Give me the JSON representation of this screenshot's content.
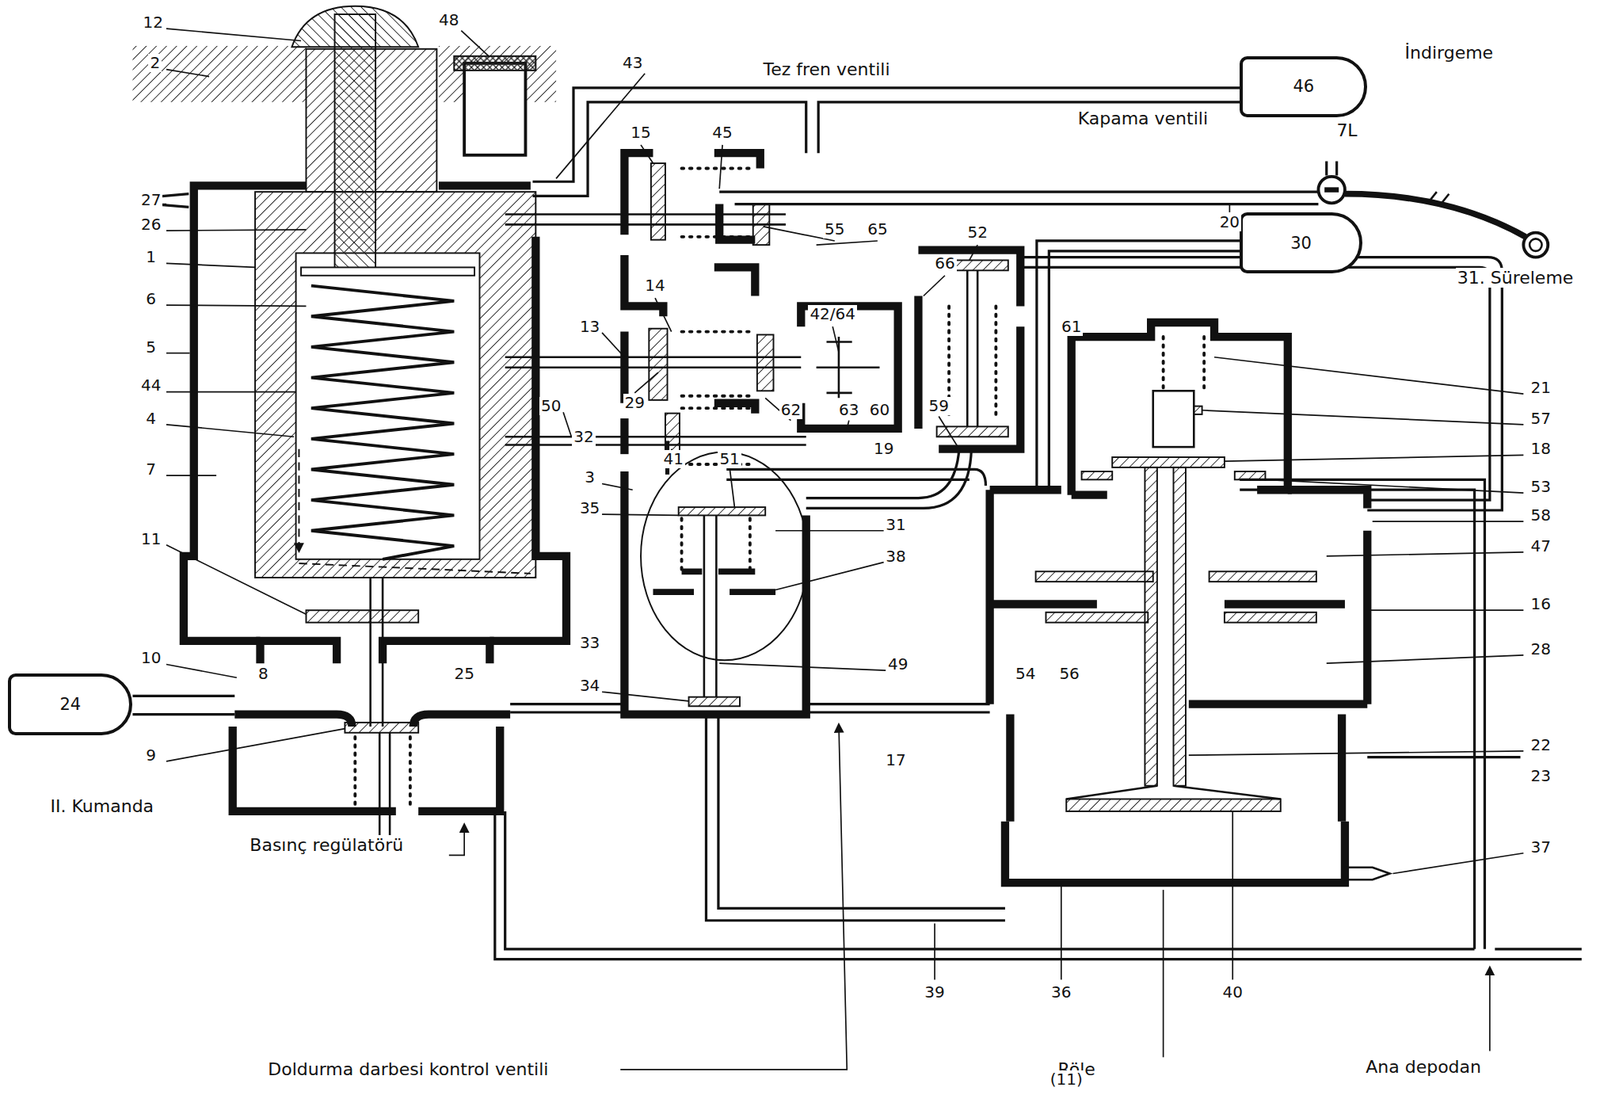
{
  "diagram": {
    "nodes": [
      {
        "text": [
          "46"
        ]
      },
      {
        "text": [
          "30"
        ]
      },
      {
        "text": [
          "24"
        ]
      }
    ],
    "labels": [
      "12",
      "48",
      "2",
      "43",
      "Tez fren ventili",
      "İndirgeme",
      "Kapama ventili",
      "7L",
      "15",
      "45",
      "27",
      "26",
      "55",
      "65",
      "20",
      "52",
      "1",
      "66",
      "31. Süreleme",
      "14",
      "6",
      "42/64",
      "13",
      "61",
      "5",
      "44",
      "21",
      "29",
      "50",
      "4",
      "57",
      "59",
      "62",
      "63",
      "60",
      "32",
      "18",
      "19",
      "7",
      "3",
      "41",
      "51",
      "53",
      "35",
      "58",
      "31",
      "11",
      "47",
      "38",
      "16",
      "33",
      "28",
      "10",
      "8",
      "25",
      "54",
      "56",
      "34",
      "49",
      "22",
      "9",
      "17",
      "23",
      "II. Kumanda",
      "Basınç regülatörü",
      "37",
      "39",
      "36",
      "40",
      "Doldurma darbesi kontrol ventili",
      "Röle",
      "Ana depodan",
      "(11)"
    ]
  }
}
